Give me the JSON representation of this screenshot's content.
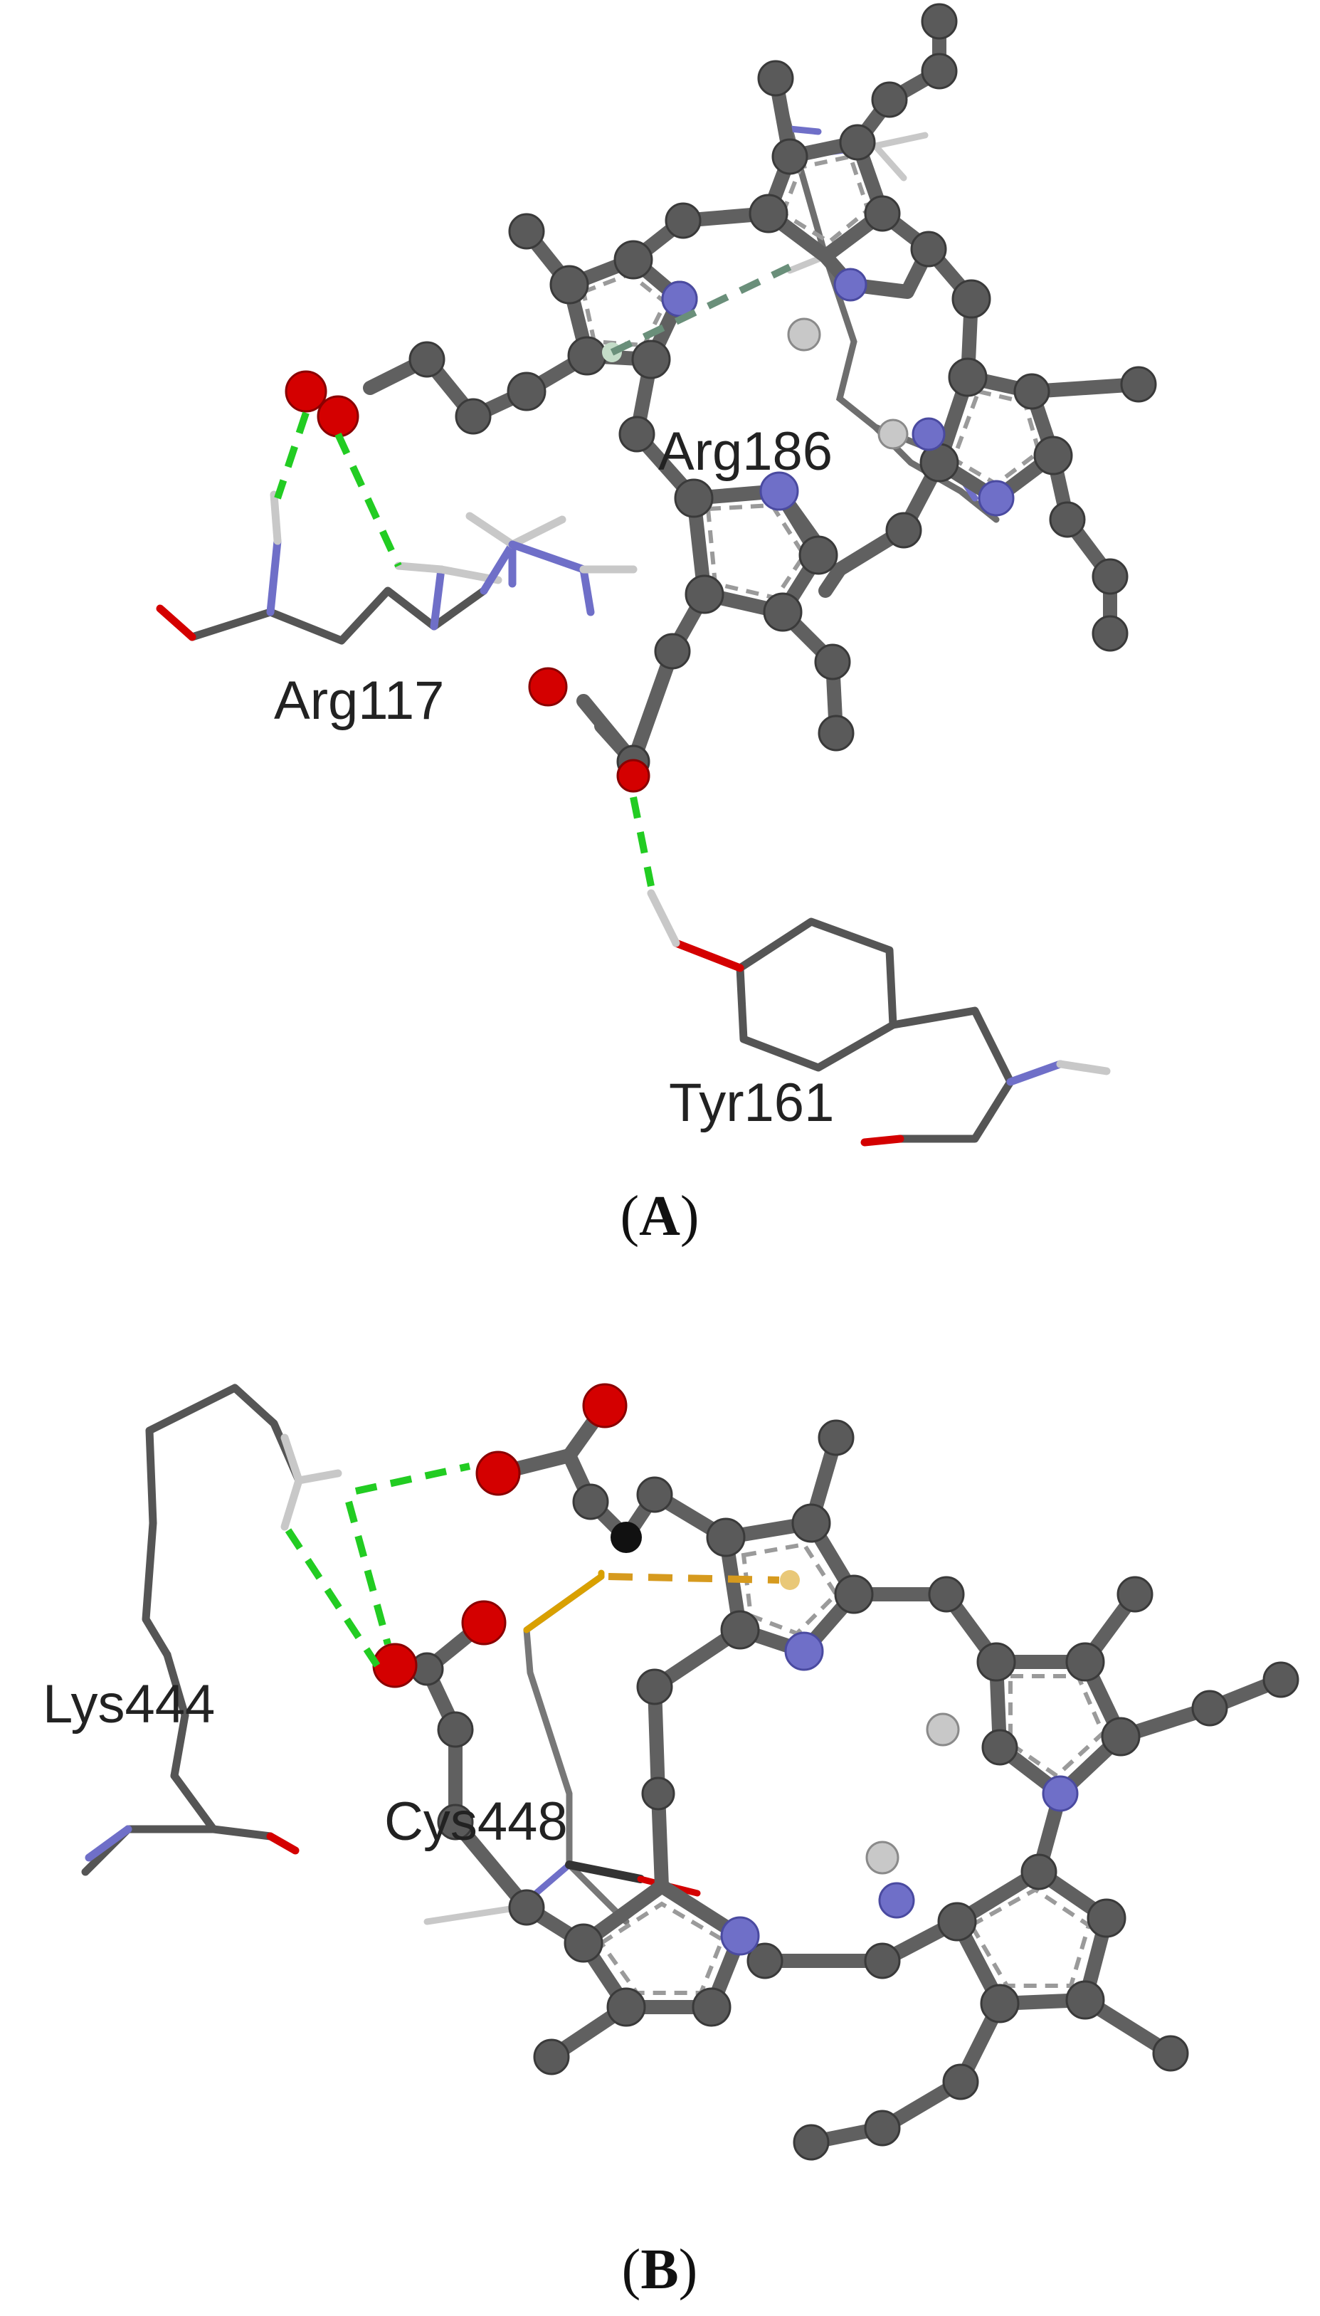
{
  "colors": {
    "carbon": "#5a5a5a",
    "carbon_dark": "#3a3a3a",
    "nitrogen": "#6f6fc8",
    "oxygen": "#d40000",
    "hydrogen": "#c8c8c8",
    "sulfur": "#d9a000",
    "hbond": "#22cc22",
    "pi_sulfur": "#d69a1e",
    "pi_cation": "#6a8f7a",
    "background": "#ffffff"
  },
  "panel_a": {
    "label": "A",
    "residues": {
      "arg186": "Arg186",
      "arg117": "Arg117",
      "tyr161": "Tyr161"
    }
  },
  "panel_b": {
    "label": "B",
    "residues": {
      "lys444": "Lys444",
      "cys448": "Cys448"
    }
  }
}
